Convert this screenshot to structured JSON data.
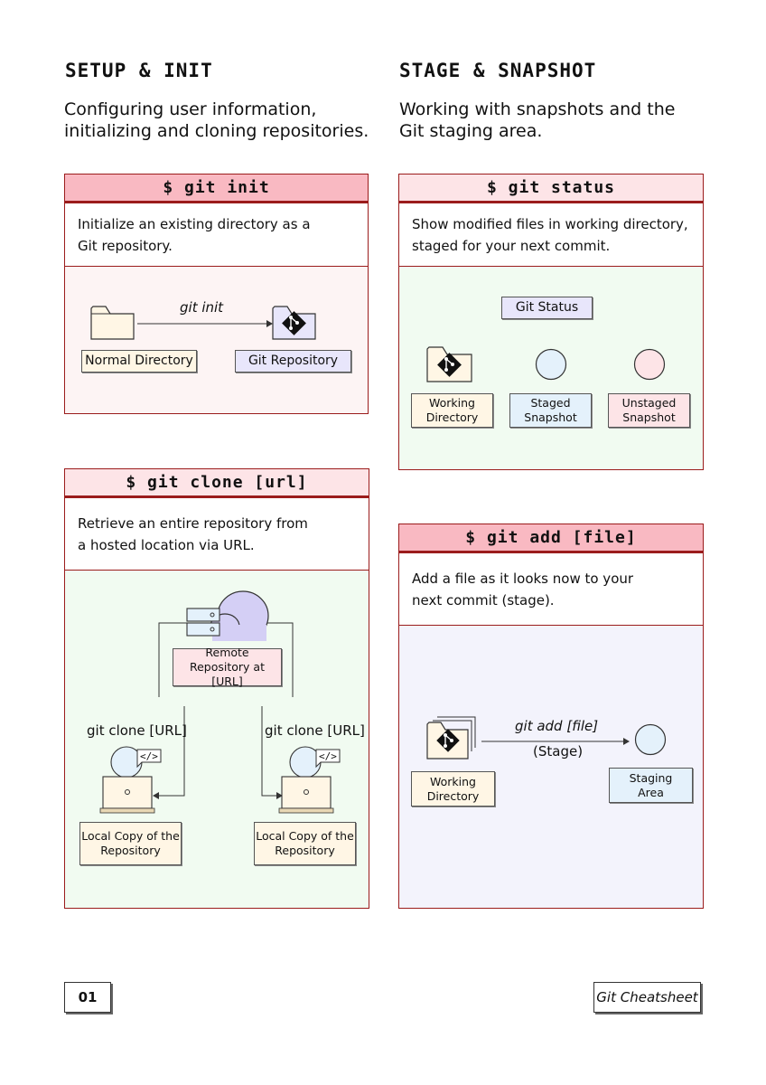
{
  "left_column": {
    "heading": "SETUP & INIT",
    "subtext": "Configuring user information,\ninitializing and cloning repositories."
  },
  "right_column": {
    "heading": "STAGE & SNAPSHOT",
    "subtext": "Working with snapshots and the\nGit staging area."
  },
  "cards": {
    "git_init": {
      "command": "$ git init",
      "description": "Initialize an existing directory as a\nGit repository.",
      "arrow_label": "git init",
      "from_label": "Normal Directory",
      "to_label": "Git Repository"
    },
    "git_clone": {
      "command": "$ git clone [url]",
      "description": "Retrieve an entire repository from\na hosted location via URL.",
      "remote_label": "Remote\nRepository at [URL]",
      "left_arrow_label": "git clone [URL]",
      "right_arrow_label": "git clone [URL]",
      "left_local_label": "Local Copy of the\nRepository",
      "right_local_label": "Local Copy of the\nRepository",
      "code_glyph": "</>"
    },
    "git_status": {
      "command": "$ git status",
      "description": "Show modified files in working directory,\nstaged for your next commit.",
      "title_label": "Git Status",
      "working_label": "Working\nDirectory",
      "staged_label": "Staged\nSnapshot",
      "unstaged_label": "Unstaged\nSnapshot"
    },
    "git_add": {
      "command": "$ git add [file]",
      "description": "Add a file as it looks now to your\nnext commit (stage).",
      "arrow_label": "git add [file]",
      "arrow_sublabel": "(Stage)",
      "working_label": "Working\nDirectory",
      "staging_label": "Staging\nArea"
    }
  },
  "footer": {
    "page_number": "01",
    "doc_title": "Git Cheatsheet"
  },
  "colors": {
    "border_dark_red": "#9b1c1c",
    "header_pink": "#f9b9c2",
    "header_light_pink": "#fde4e7",
    "body_rose": "#fdf4f4",
    "body_mint": "#f1fbf1",
    "body_lavender": "#f3f3fc",
    "label_cream": "#fff6e5",
    "label_lavender": "#e8e6fb",
    "label_blue": "#e4f1fb",
    "label_pink": "#fde4e7"
  }
}
